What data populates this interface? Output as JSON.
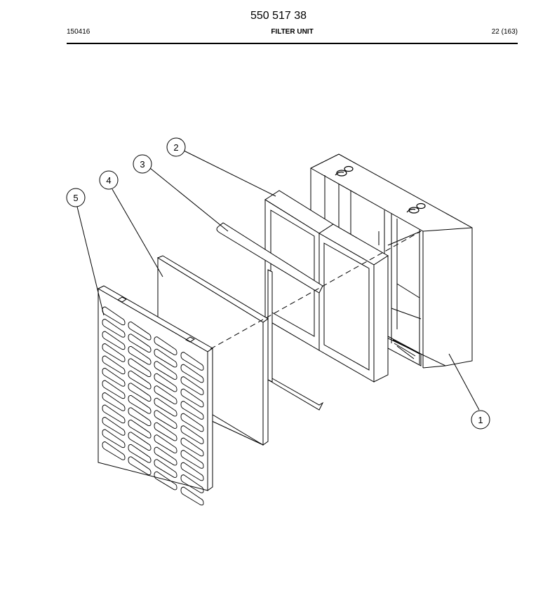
{
  "header": {
    "doc_number": "550 517 38",
    "left": "150416",
    "title": "FILTER UNIT",
    "page": "22 (163)"
  },
  "callouts": [
    {
      "label": "1"
    },
    {
      "label": "2"
    },
    {
      "label": "3"
    },
    {
      "label": "4"
    },
    {
      "label": "5"
    }
  ]
}
